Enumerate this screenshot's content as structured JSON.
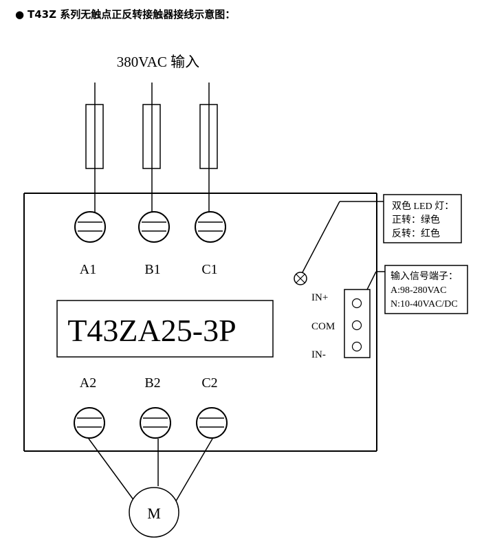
{
  "heading": {
    "bullet": "●",
    "text": "T43Z 系列无触点正反转接触器接线示意图："
  },
  "supply": {
    "label": "380VAC 输入"
  },
  "device": {
    "model": "T43ZA25-3P",
    "top_terminals": [
      "A1",
      "B1",
      "C1"
    ],
    "bottom_terminals": [
      "A2",
      "B2",
      "C2"
    ]
  },
  "led_note": {
    "line1": "双色 LED 灯：",
    "line2": "正转：绿色",
    "line3": "反转：红色"
  },
  "signal_note": {
    "line1": "输入信号端子：",
    "line2": "A:98-280VAC",
    "line3": "N:10-40VAC/DC"
  },
  "signal_terminals": [
    "IN+",
    "COM",
    "IN-"
  ],
  "motor": {
    "label": "M"
  }
}
